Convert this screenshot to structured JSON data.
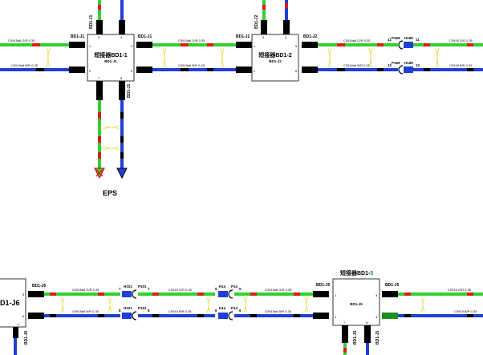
{
  "colors": {
    "green": "#2fd12f",
    "red": "#e01b1b",
    "blue": "#1f3fd6",
    "black": "#000000",
    "yellow": "#e8d840",
    "border": "#333333",
    "accent_green": "#1e8f1e"
  },
  "boxes": {
    "bd1_1": {
      "title": "短接器BD1-1",
      "sub": "BD1-J1",
      "pin_a": "1",
      "pin_b": "2",
      "pin_c": "5",
      "pin_d": "6",
      "pin_e": "3",
      "pin_f": "4",
      "pin_g": "7",
      "pin_h": "8"
    },
    "bd1_2": {
      "title": "短接器BD1-2",
      "sub": "BD1-J2",
      "pin_a": "1",
      "pin_b": "2",
      "pin_c": "3",
      "pin_d": "4",
      "pin_e": "5",
      "pin_f": "6"
    },
    "bd1_5": {
      "title_prefix": "短接器BD1-",
      "title_suffix": "5",
      "sub": "BD1-J5",
      "pin_a": "1",
      "pin_b": "2",
      "pin_c": "3",
      "pin_d": "4",
      "pin_e": "7",
      "pin_f": "8"
    },
    "bd1_6": {
      "title": "D1-J6",
      "pin_a": "5",
      "pin_b": "6"
    }
  },
  "connectors": {
    "bd1_j1": "BD1-J1",
    "bd1_j2": "BD1-J2",
    "bd1_j5": "BD1-J5",
    "bd1_j6": "BD1-J6",
    "p169": "P169",
    "h169": "H169",
    "h101": "H101",
    "p101": "P101",
    "h14": "H14",
    "p14": "P14"
  },
  "pins": {
    "p11": "11",
    "p12": "12",
    "p7": "7",
    "p8": "8",
    "p5": "5",
    "p6": "6"
  },
  "wires": {
    "w1a": "C0915a6 G/R 0.35",
    "w1b": "C0915a6 B/R 0.35",
    "w2a": "C0915a6 G/R 0.35",
    "w2b": "C0915a6 B/R 0.35",
    "w3a": "C0916a6 G/R 0.35",
    "w3b": "C0916a6 B/R 0.35",
    "w4a": "C0918 G/R 0.35",
    "w4b": "C0918 B/R 0.35",
    "w5a": "C0916a6 G/R 0.35",
    "w5b": "C0915a6 B/R 0.35",
    "w6a": "C0915 G/R 0.35",
    "w6b": "C0915 B/R 0.35",
    "w7a": "C0915a6 G/R 0.35",
    "w7b": "C0915a6 B/R 0.35",
    "w8a": "C0916 G/R 0.35",
    "w8b": "C0915 B/R 0.35"
  },
  "eps_label": "EPS"
}
